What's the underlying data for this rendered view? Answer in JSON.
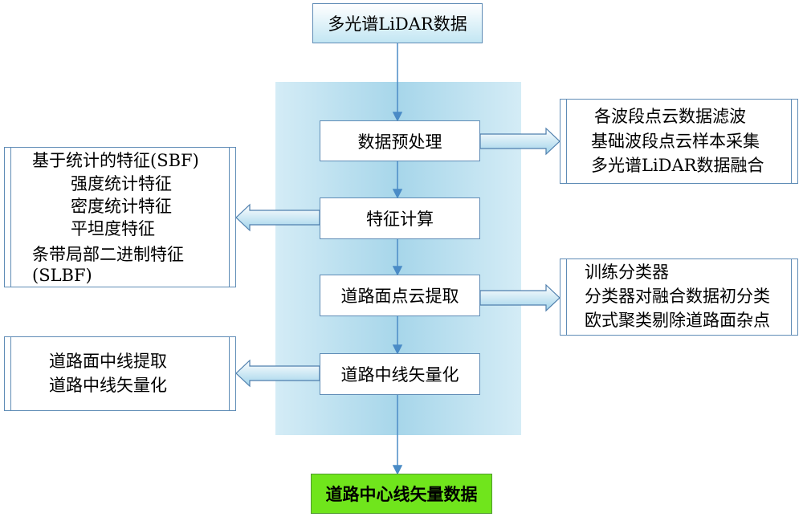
{
  "nodes": {
    "input": "多光谱LiDAR数据",
    "preprocess": "数据预处理",
    "feature": "特征计算",
    "extract": "道路面点云提取",
    "vectorize": "道路中线矢量化",
    "output": "道路中心线矢量数据"
  },
  "side_boxes": {
    "preprocess_detail": [
      "各波段点云数据滤波",
      "基础波段点云样本采集",
      "多光谱LiDAR数据融合"
    ],
    "feature_detail": [
      "基于统计的特征(SBF)",
      "强度统计特征",
      "密度统计特征",
      "平坦度特征",
      "条带局部二进制特征",
      "(SLBF)"
    ],
    "extract_detail": [
      "训练分类器",
      "分类器对融合数据初分类",
      "欧式聚类剔除道路面杂点"
    ],
    "vectorize_detail": [
      "道路面中线提取",
      "道路中线矢量化"
    ]
  }
}
